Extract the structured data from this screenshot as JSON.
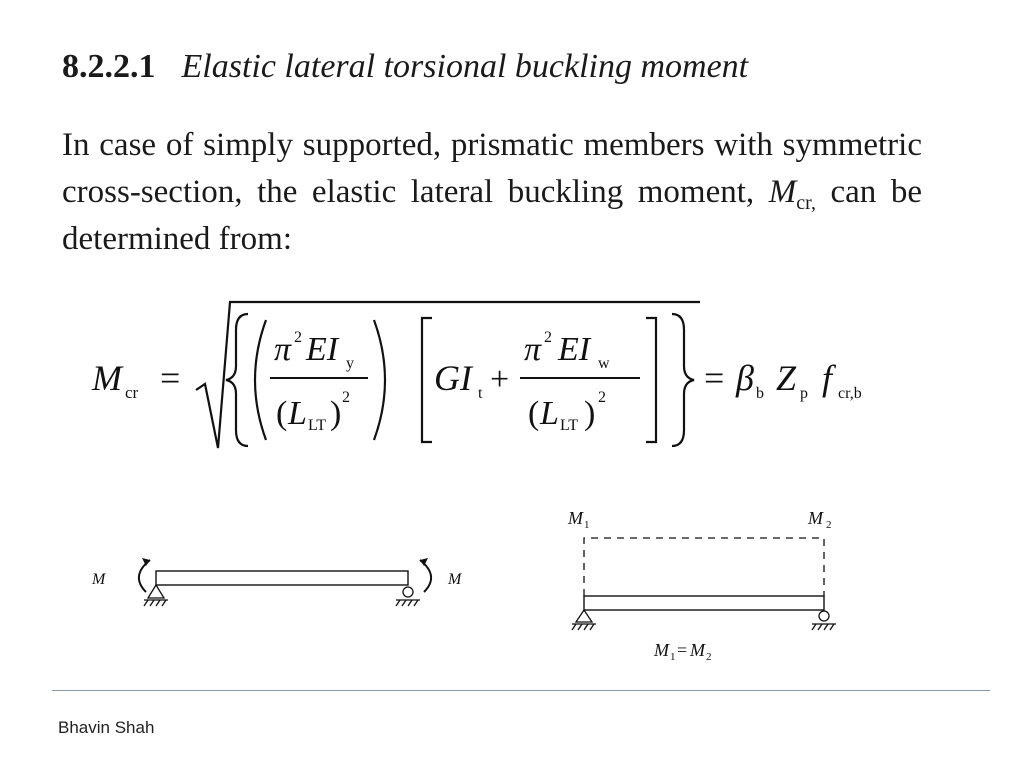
{
  "section": {
    "number": "8.2.2.1",
    "title": "Elastic lateral torsional buckling moment"
  },
  "paragraph": {
    "text": "In case of simply supported, prismatic members with symmetric cross-section, the elastic lateral buckling moment, ",
    "symbol": "M",
    "symbol_sub": "cr,",
    "text_after": " can be determined from:"
  },
  "formula": {
    "lhs": "M",
    "lhs_sub": "cr",
    "equals": "=",
    "pi_squared": "π",
    "two": "2",
    "EI": "EI",
    "y_sub": "y",
    "w_sub": "w",
    "L": "L",
    "LT_sub": "LT",
    "GI": "GI",
    "t_sub": "t",
    "plus": "+",
    "beta": "β",
    "b_sub": "b",
    "Z": "Z",
    "p_sub": "p",
    "f": "f",
    "crb_sub": "cr,b"
  },
  "diagram_left": {
    "label_left": "M",
    "label_right": "M"
  },
  "diagram_right": {
    "label_m1": "M",
    "label_m1_sub": "1",
    "label_m2": "M",
    "label_m2_sub": "2",
    "caption_a": "M",
    "caption_a_sub": "1",
    "caption_eq": "=",
    "caption_b": "M",
    "caption_b_sub": "2"
  },
  "footer": {
    "author": "Bhavin Shah"
  }
}
